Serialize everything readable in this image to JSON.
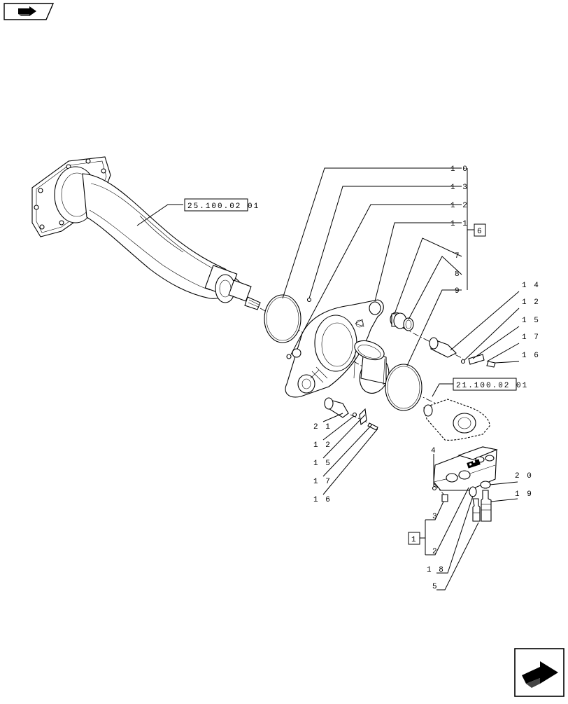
{
  "diagram": {
    "references": {
      "top_ref": "25.100.02 01",
      "right_ref": "21.100.02 01"
    },
    "groups": {
      "upper_group": "6",
      "lower_group": "1"
    },
    "callouts": [
      {
        "id": "c10",
        "label": "1 0"
      },
      {
        "id": "c13",
        "label": "1 3"
      },
      {
        "id": "c12a",
        "label": "1 2"
      },
      {
        "id": "c11",
        "label": "1 1"
      },
      {
        "id": "c7",
        "label": "7"
      },
      {
        "id": "c8",
        "label": "8"
      },
      {
        "id": "c9",
        "label": "9"
      },
      {
        "id": "c14",
        "label": "1 4"
      },
      {
        "id": "c12b",
        "label": "1 2"
      },
      {
        "id": "c15a",
        "label": "1 5"
      },
      {
        "id": "c17a",
        "label": "1 7"
      },
      {
        "id": "c16a",
        "label": "1 6"
      },
      {
        "id": "c21",
        "label": "2 1"
      },
      {
        "id": "c12c",
        "label": "1 2"
      },
      {
        "id": "c15b",
        "label": "1 5"
      },
      {
        "id": "c17b",
        "label": "1 7"
      },
      {
        "id": "c16b",
        "label": "1 6"
      },
      {
        "id": "c4",
        "label": "4"
      },
      {
        "id": "c20",
        "label": "2 0"
      },
      {
        "id": "c19",
        "label": "1 9"
      },
      {
        "id": "c3",
        "label": "3"
      },
      {
        "id": "c2",
        "label": "2"
      },
      {
        "id": "c18",
        "label": "1 8"
      },
      {
        "id": "c5",
        "label": "5"
      }
    ]
  },
  "nav": {
    "prev_icon": "back-arrow-icon",
    "next_icon": "forward-arrow-icon"
  }
}
